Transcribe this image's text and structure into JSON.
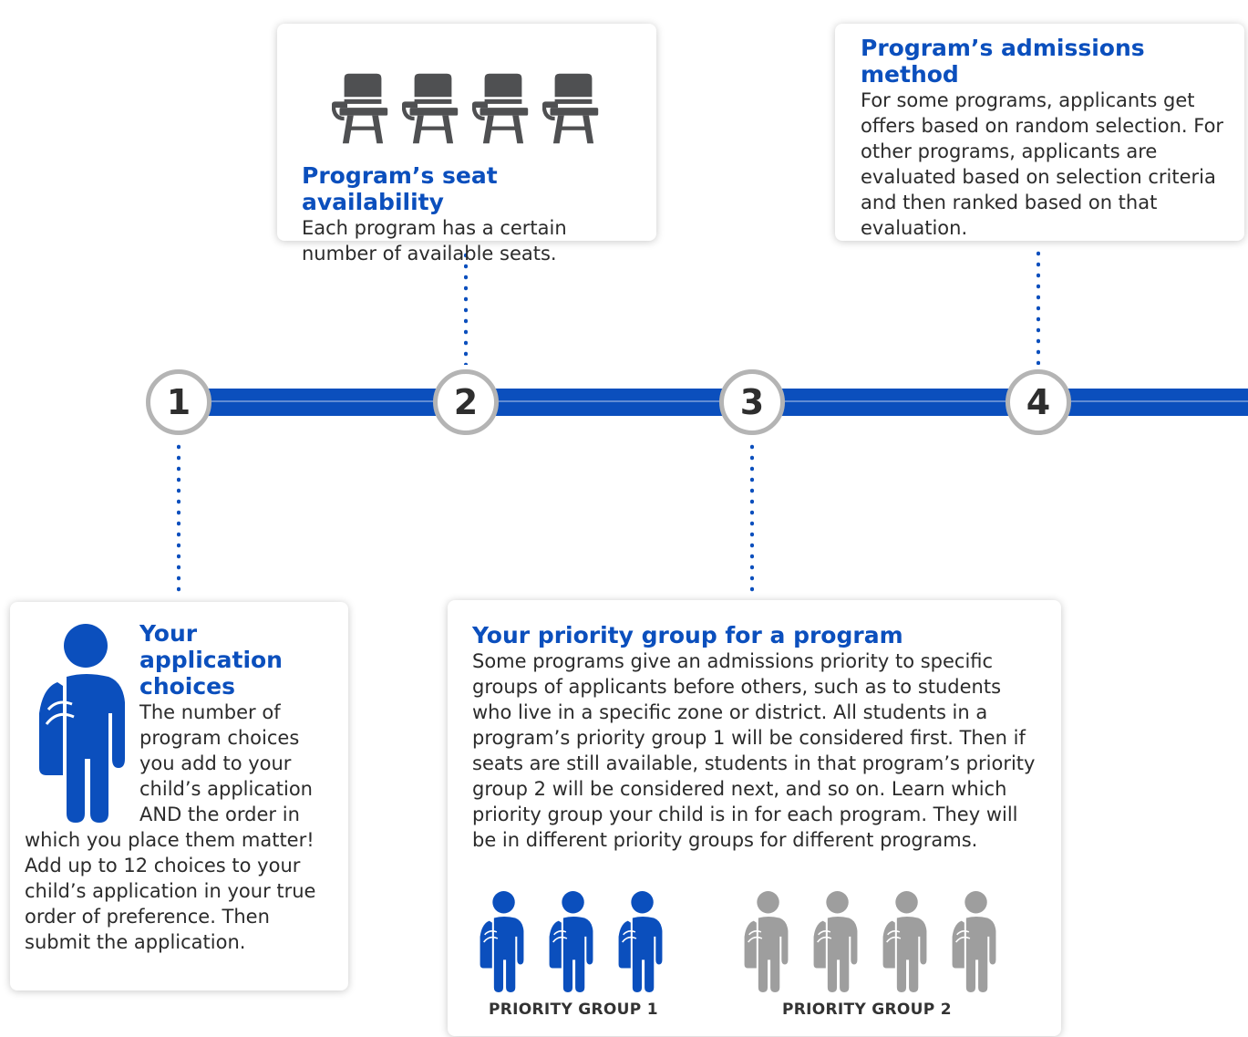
{
  "colors": {
    "accent": "#0b4fbd",
    "seat_gray": "#4f5052",
    "person_gray": "#9e9e9e",
    "circle_border": "#b4b4b4"
  },
  "steps": [
    {
      "number": "1"
    },
    {
      "number": "2"
    },
    {
      "number": "3"
    },
    {
      "number": "4"
    }
  ],
  "cards": {
    "application_choices": {
      "title": "Your application choices",
      "body": "The number of program choices you add to your child’s application AND the order in which you place them matter! Add up to 12 choices to your child’s application in your true order of preference. Then submit the application.",
      "icon": "student-icon"
    },
    "seat_availability": {
      "title": "Program’s seat availability",
      "body": "Each program has a certain number of available seats.",
      "icon": "desk-chair-icon"
    },
    "priority_group": {
      "title": "Your priority group for a program",
      "body": "Some programs give an admissions priority to specific groups of applicants before others, such as to students who live in a specific zone or district. All students in a program’s priority group 1 will be considered first. Then if seats are still available, students in that program’s priority group 2 will be considered next, and so on. Learn which priority group your child is in for each program. They will be in different priority groups for different programs.",
      "group1_label": "PRIORITY GROUP 1",
      "group2_label": "PRIORITY GROUP 2"
    },
    "admissions_method": {
      "title": "Program’s admissions method",
      "body": "For some programs, applicants get offers based on random selection. For other programs, applicants are evaluated based on selection criteria and then ranked based on that evaluation."
    }
  }
}
